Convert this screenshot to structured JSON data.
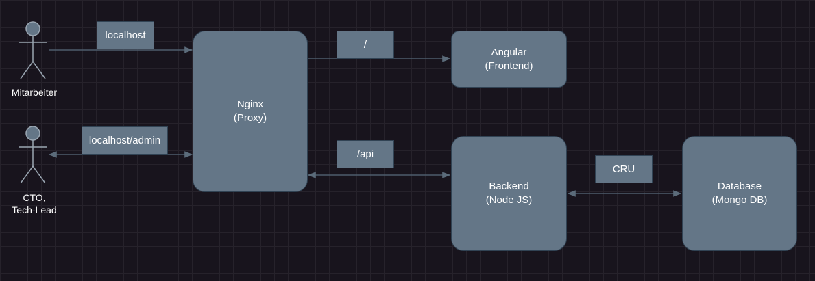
{
  "actors": {
    "employee": "Mitarbeiter",
    "cto": "CTO,\nTech-Lead"
  },
  "nodes": {
    "nginx": "Nginx\n(Proxy)",
    "angular": "Angular\n(Frontend)",
    "backend": "Backend\n(Node JS)",
    "database": "Database\n(Mongo DB)"
  },
  "edge_labels": {
    "localhost": "localhost",
    "localhost_admin": "localhost/admin",
    "root": "/",
    "api": "/api",
    "cru": "CRU"
  },
  "colors": {
    "background": "#18141d",
    "node_fill": "#647687",
    "node_stroke": "#314354",
    "edge": "#4d5d6c",
    "actor_fill": "#647687",
    "actor_stroke": "#b0bac4"
  }
}
